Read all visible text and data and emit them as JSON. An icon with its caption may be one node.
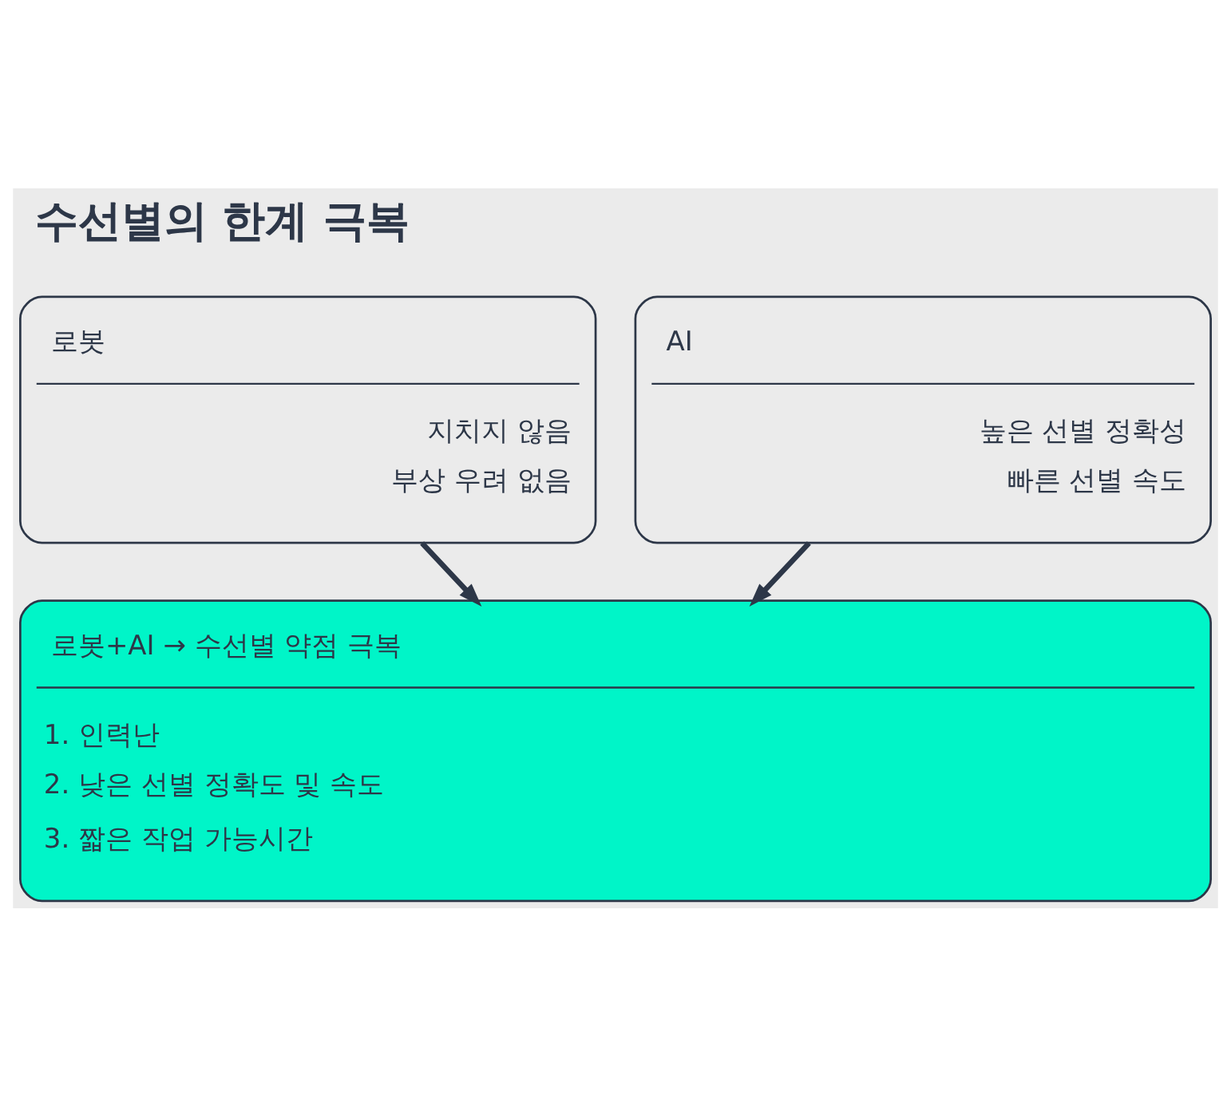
{
  "diagram": {
    "title": "수선별의 한계 극복",
    "nodes": [
      {
        "text": [
          "로봇",
          "지치지 않음",
          "부상 우려 없음"
        ]
      },
      {
        "text": [
          "AI",
          "높은 선별 정확성",
          "빠른 선별 속도"
        ]
      },
      {
        "text": [
          "로봇+AI → 수선별 약점 극복",
          "1. 인력난",
          "2. 낮은 선별 정확도 및 속도",
          "3. 짧은 작업 가능시간"
        ]
      }
    ],
    "edges": [
      {
        "from": 0,
        "to": 2,
        "arrow": "to"
      },
      {
        "from": 1,
        "to": 2,
        "arrow": "to"
      }
    ]
  }
}
